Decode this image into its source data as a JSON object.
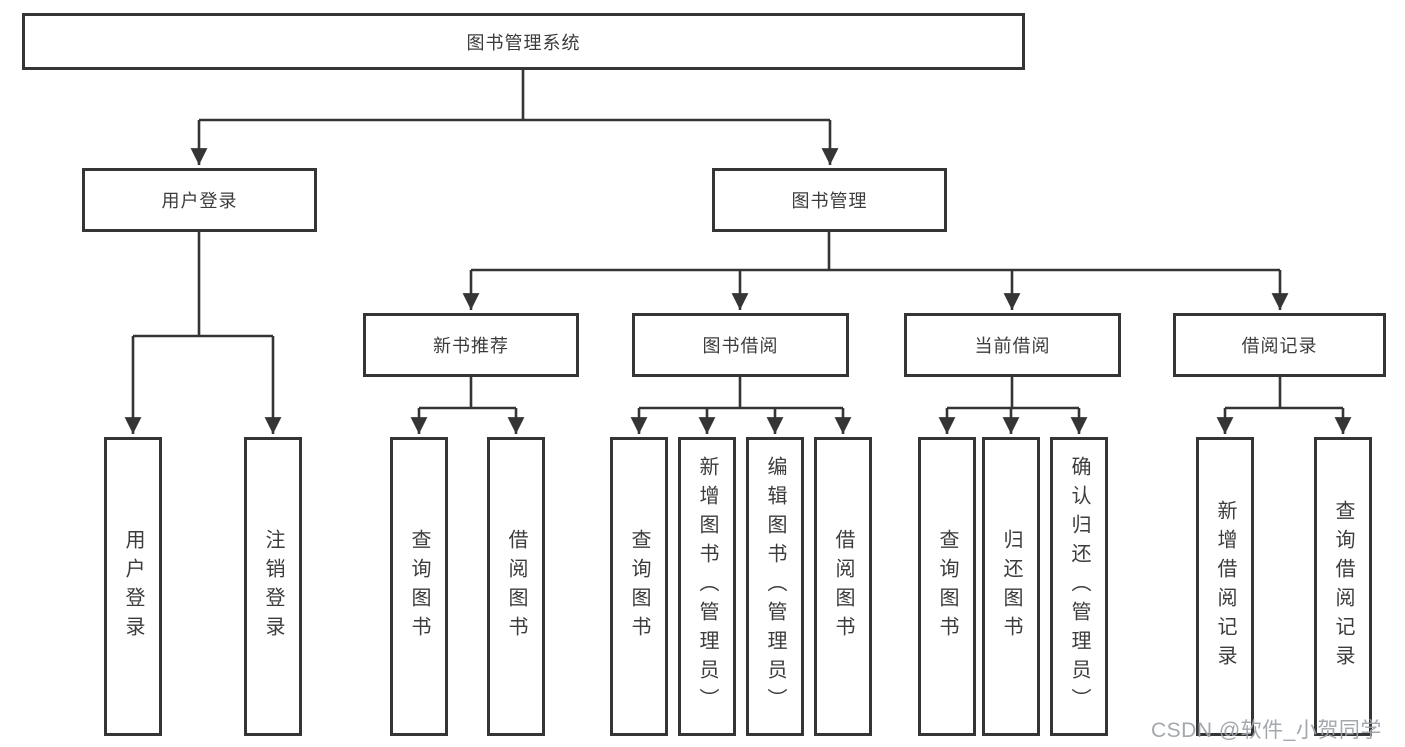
{
  "diagram": {
    "title": "图书管理系统",
    "branches": [
      {
        "label": "用户登录",
        "children": [
          {
            "label": "用户登录"
          },
          {
            "label": "注销登录"
          }
        ]
      },
      {
        "label": "图书管理",
        "children": [
          {
            "label": "新书推荐",
            "children": [
              {
                "label": "查询图书"
              },
              {
                "label": "借阅图书"
              }
            ]
          },
          {
            "label": "图书借阅",
            "children": [
              {
                "label": "查询图书"
              },
              {
                "label": "新增图书（管理员）"
              },
              {
                "label": "编辑图书（管理员）"
              },
              {
                "label": "借阅图书"
              }
            ]
          },
          {
            "label": "当前借阅",
            "children": [
              {
                "label": "查询图书"
              },
              {
                "label": "归还图书"
              },
              {
                "label": "确认归还（管理员）"
              }
            ]
          },
          {
            "label": "借阅记录",
            "children": [
              {
                "label": "新增借阅记录"
              },
              {
                "label": "查询借阅记录"
              }
            ]
          }
        ]
      }
    ]
  },
  "colors": {
    "line": "#353535",
    "text": "#3c3c3c",
    "watermark": "#9ea2aa"
  },
  "watermark": {
    "text": "CSDN @软件_小贺同学"
  }
}
